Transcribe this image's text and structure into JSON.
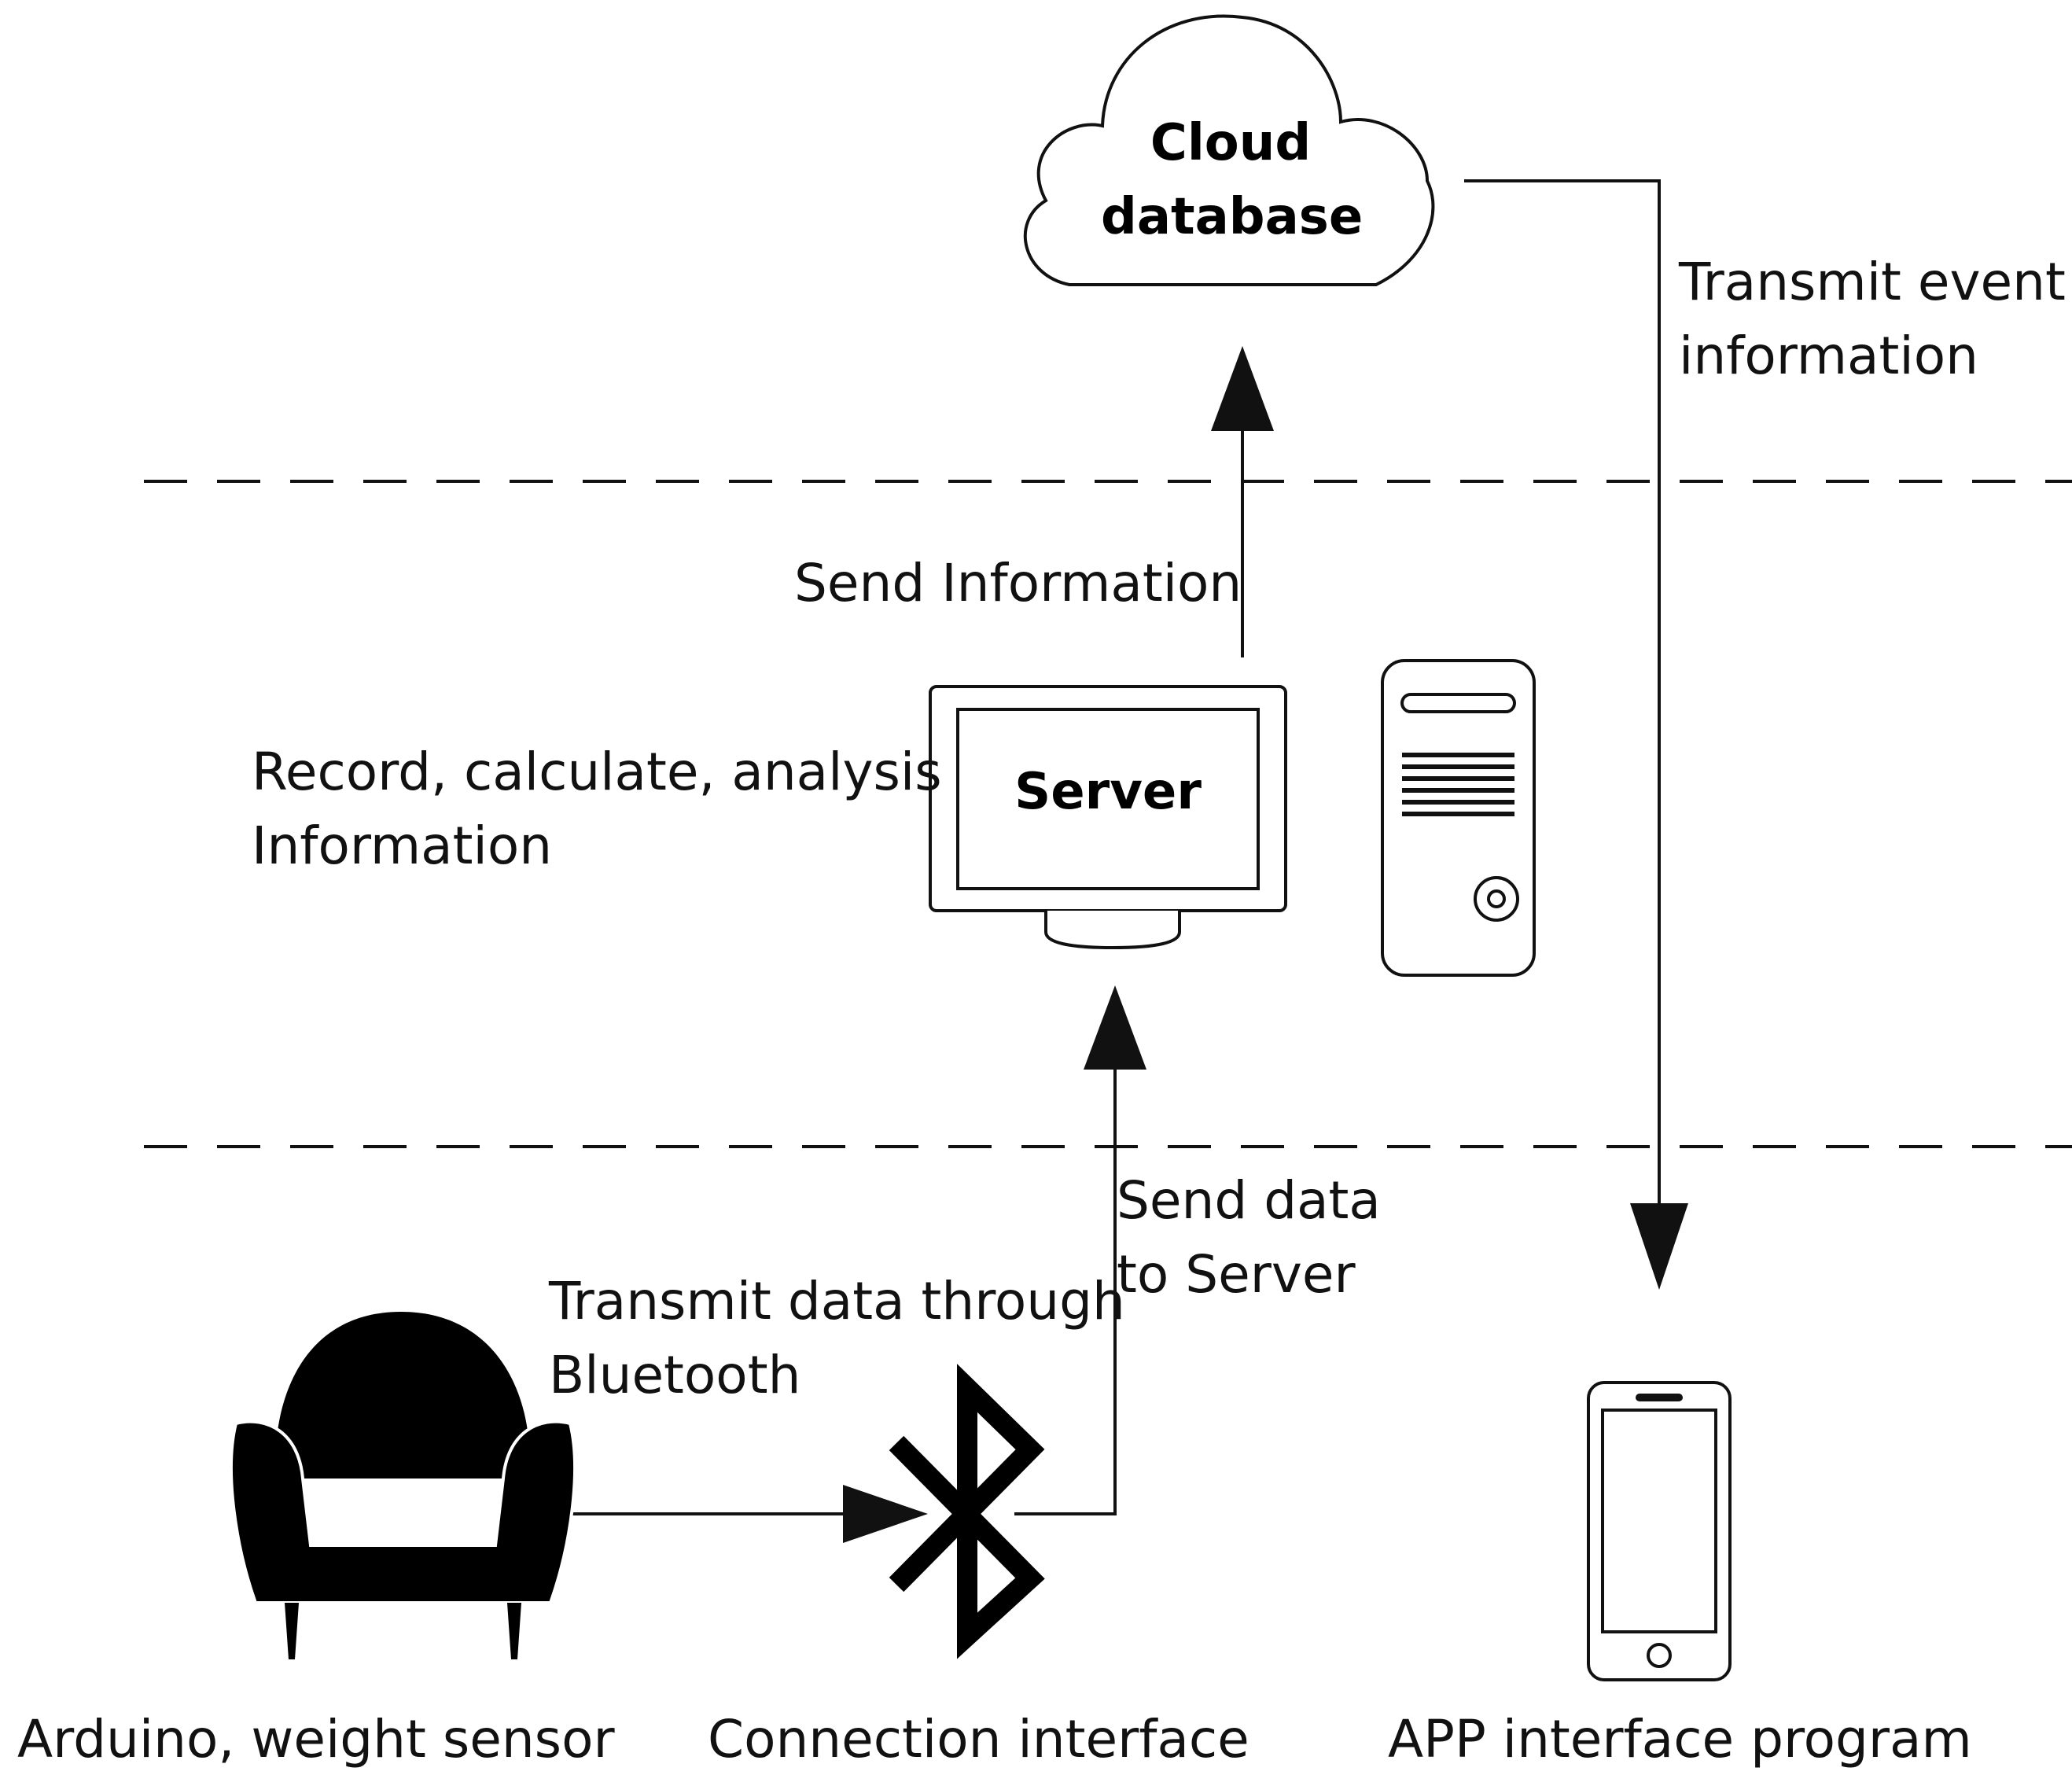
{
  "cloud": {
    "line1": "Cloud",
    "line2": "database"
  },
  "server": {
    "label": "Server"
  },
  "labels": {
    "transmit_event_1": "Transmit event",
    "transmit_event_2": "information",
    "send_information": "Send Information",
    "record_1": "Record, calculate, analysis",
    "record_2": "Information",
    "send_data_1": "Send data",
    "send_data_2": "to Server",
    "bluetooth_1": "Transmit data through",
    "bluetooth_2": "Bluetooth"
  },
  "captions": {
    "arduino": "Arduino, weight sensor",
    "connection": "Connection interface",
    "app": "APP interface program"
  },
  "icons": [
    "cloud-icon",
    "monitor-icon",
    "computer-tower-icon",
    "armchair-icon",
    "bluetooth-icon",
    "smartphone-icon"
  ]
}
